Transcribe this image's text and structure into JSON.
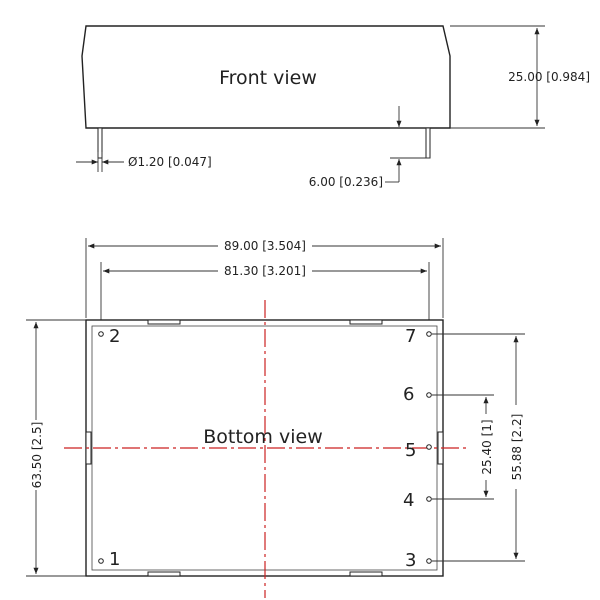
{
  "front_view": {
    "title": "Front view",
    "height_dim": "25.00 [0.984]",
    "pin_diameter_dim": "Ø1.20 [0.047]",
    "pin_length_dim": "6.00 [0.236]"
  },
  "bottom_view": {
    "title": "Bottom view",
    "outer_width_dim": "89.00 [3.504]",
    "pin_span_dim": "81.30 [3.201]",
    "outer_height_dim": "63.50 [2.5]",
    "pin_row_dim": "55.88 [2.2]",
    "pin_pitch_dim": "25.40 [1]",
    "pins": [
      "1",
      "2",
      "3",
      "4",
      "5",
      "6",
      "7"
    ]
  },
  "colors": {
    "outline": "#222222",
    "centerline": "#cc2222"
  }
}
